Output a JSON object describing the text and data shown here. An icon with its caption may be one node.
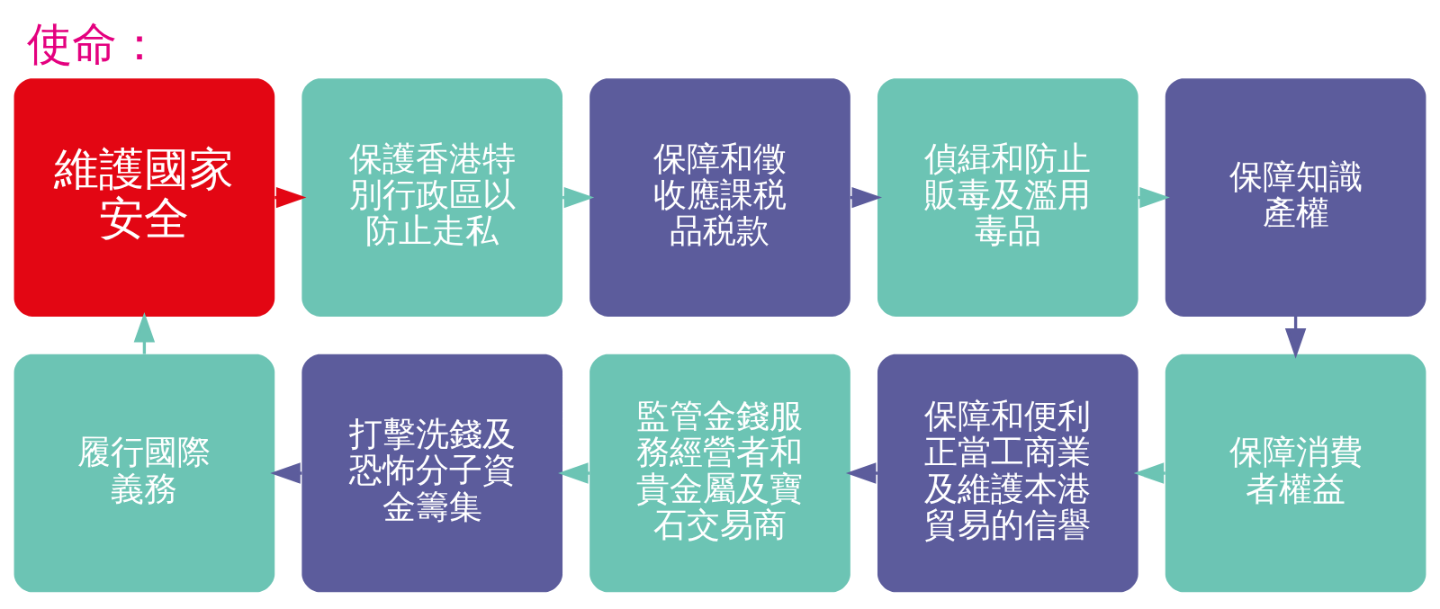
{
  "diagram": {
    "title": "使命：",
    "nodes": [
      {
        "text": [
          "維護國家安全"
        ]
      },
      {
        "text": [
          "保護香港特別行政區以防止走私"
        ]
      },
      {
        "text": [
          "保障和徵收應課税品税款"
        ]
      },
      {
        "text": [
          "偵緝和防止販毒及濫用毒品"
        ]
      },
      {
        "text": [
          "保障知識產權"
        ]
      },
      {
        "text": [
          "履行國際義務"
        ]
      },
      {
        "text": [
          "打擊洗錢及恐怖分子資金籌集"
        ]
      },
      {
        "text": [
          "監管金錢服務經營者和貴金屬及寶石交易商"
        ]
      },
      {
        "text": [
          "保障和便利正當工商業及維護本港貿易的信譽"
        ]
      },
      {
        "text": [
          "保障消費者權益"
        ]
      }
    ],
    "edges": [
      {
        "from": 0,
        "to": 1,
        "arrow": "to",
        "color": "#e30613"
      },
      {
        "from": 1,
        "to": 2,
        "arrow": "to",
        "color": "#6cc4b4"
      },
      {
        "from": 2,
        "to": 3,
        "arrow": "to",
        "color": "#5c5c9c"
      },
      {
        "from": 3,
        "to": 4,
        "arrow": "to",
        "color": "#6cc4b4"
      },
      {
        "from": 4,
        "to": 9,
        "arrow": "to",
        "color": "#5c5c9c"
      },
      {
        "from": 9,
        "to": 8,
        "arrow": "to",
        "color": "#6cc4b4"
      },
      {
        "from": 8,
        "to": 7,
        "arrow": "to",
        "color": "#5c5c9c"
      },
      {
        "from": 7,
        "to": 6,
        "arrow": "to",
        "color": "#6cc4b4"
      },
      {
        "from": 6,
        "to": 5,
        "arrow": "to",
        "color": "#5c5c9c"
      },
      {
        "from": 5,
        "to": 0,
        "arrow": "to",
        "color": "#6cc4b4"
      }
    ]
  }
}
